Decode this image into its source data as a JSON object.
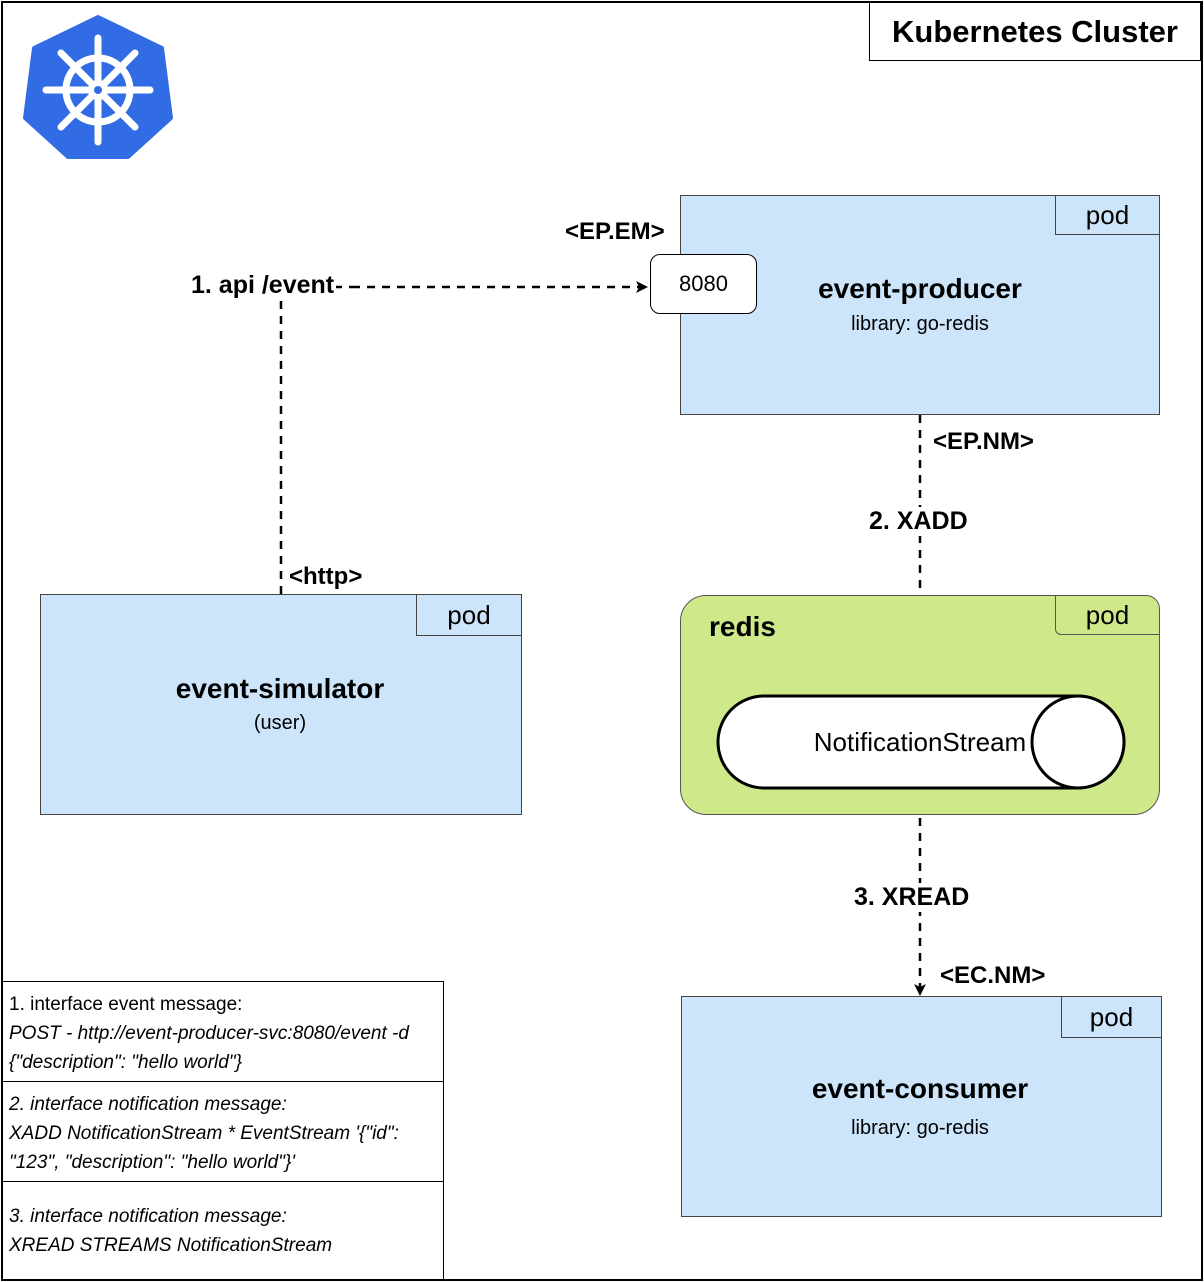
{
  "cluster": {
    "label": "Kubernetes Cluster",
    "logo_icon": "kubernetes-helm-icon",
    "logo_color": "#326ce5"
  },
  "pods": {
    "tag_label": "pod",
    "producer": {
      "title": "event-producer",
      "subtitle": "library: go-redis",
      "port": "8080"
    },
    "simulator": {
      "title": "event-simulator",
      "subtitle": "(user)"
    },
    "consumer": {
      "title": "event-consumer",
      "subtitle": "library: go-redis"
    }
  },
  "redis": {
    "title": "redis",
    "tag_label": "pod",
    "stream": "NotificationStream"
  },
  "edges": {
    "api_event": "1. api /event",
    "ep_em": "<EP.EM>",
    "http": "<http>",
    "ep_nm": "<EP.NM>",
    "xadd": "2. XADD",
    "xread": "3. XREAD",
    "ec_nm": "<EC.NM>"
  },
  "notes": {
    "n1_title": "1. interface event message:",
    "n1_line1": "POST - http://event-producer-svc:8080/event -d",
    "n1_line2": "{\"description\": \"hello world\"}",
    "n2_title": "2. interface notification message:",
    "n2_line1": "XADD NotificationStream * EventStream '{\"id\":",
    "n2_line2": "\"123\", \"description\": \"hello world\"}'",
    "n3_title": "3. interface notification message:",
    "n3_line1": "XREAD STREAMS NotificationStream"
  },
  "colors": {
    "pod_fill": "#cce5fb",
    "redis_fill": "#cfe88a"
  }
}
